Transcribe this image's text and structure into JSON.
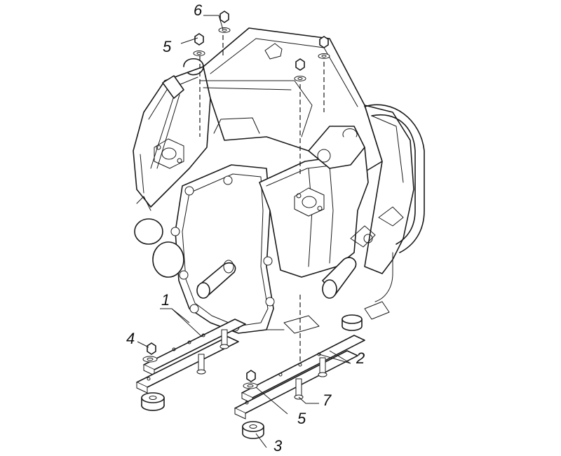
{
  "callouts": [
    {
      "id": "c1",
      "label": "1"
    },
    {
      "id": "c2",
      "label": "2"
    },
    {
      "id": "c3",
      "label": "3"
    },
    {
      "id": "c4",
      "label": "4"
    },
    {
      "id": "c5a",
      "label": "5"
    },
    {
      "id": "c5b",
      "label": "5"
    },
    {
      "id": "c6",
      "label": "6"
    },
    {
      "id": "c7",
      "label": "7"
    }
  ]
}
